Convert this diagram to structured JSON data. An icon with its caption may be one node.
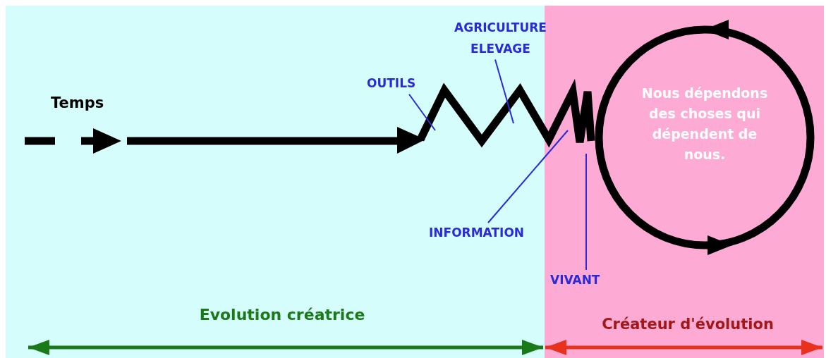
{
  "diagram": {
    "nodes": [
      {
        "text": [
          "Temps"
        ]
      },
      {
        "text": [
          "OUTILS"
        ]
      },
      {
        "text": [
          "AGRICULTURE ELEVAGE"
        ]
      },
      {
        "text": [
          "INFORMATION"
        ]
      },
      {
        "text": [
          "VIVANT"
        ]
      },
      {
        "text": [
          "Nous dépendons des choses qui dépendent de nous."
        ]
      }
    ],
    "edges": [
      {
        "from": 1,
        "to": null,
        "arrow": "none"
      },
      {
        "from": 2,
        "to": null,
        "arrow": "none"
      },
      {
        "from": 3,
        "to": null,
        "arrow": "none"
      },
      {
        "from": 4,
        "to": null,
        "arrow": "none"
      }
    ],
    "labels": [
      "Evolution créatrice",
      "Créateur d'évolution"
    ]
  }
}
